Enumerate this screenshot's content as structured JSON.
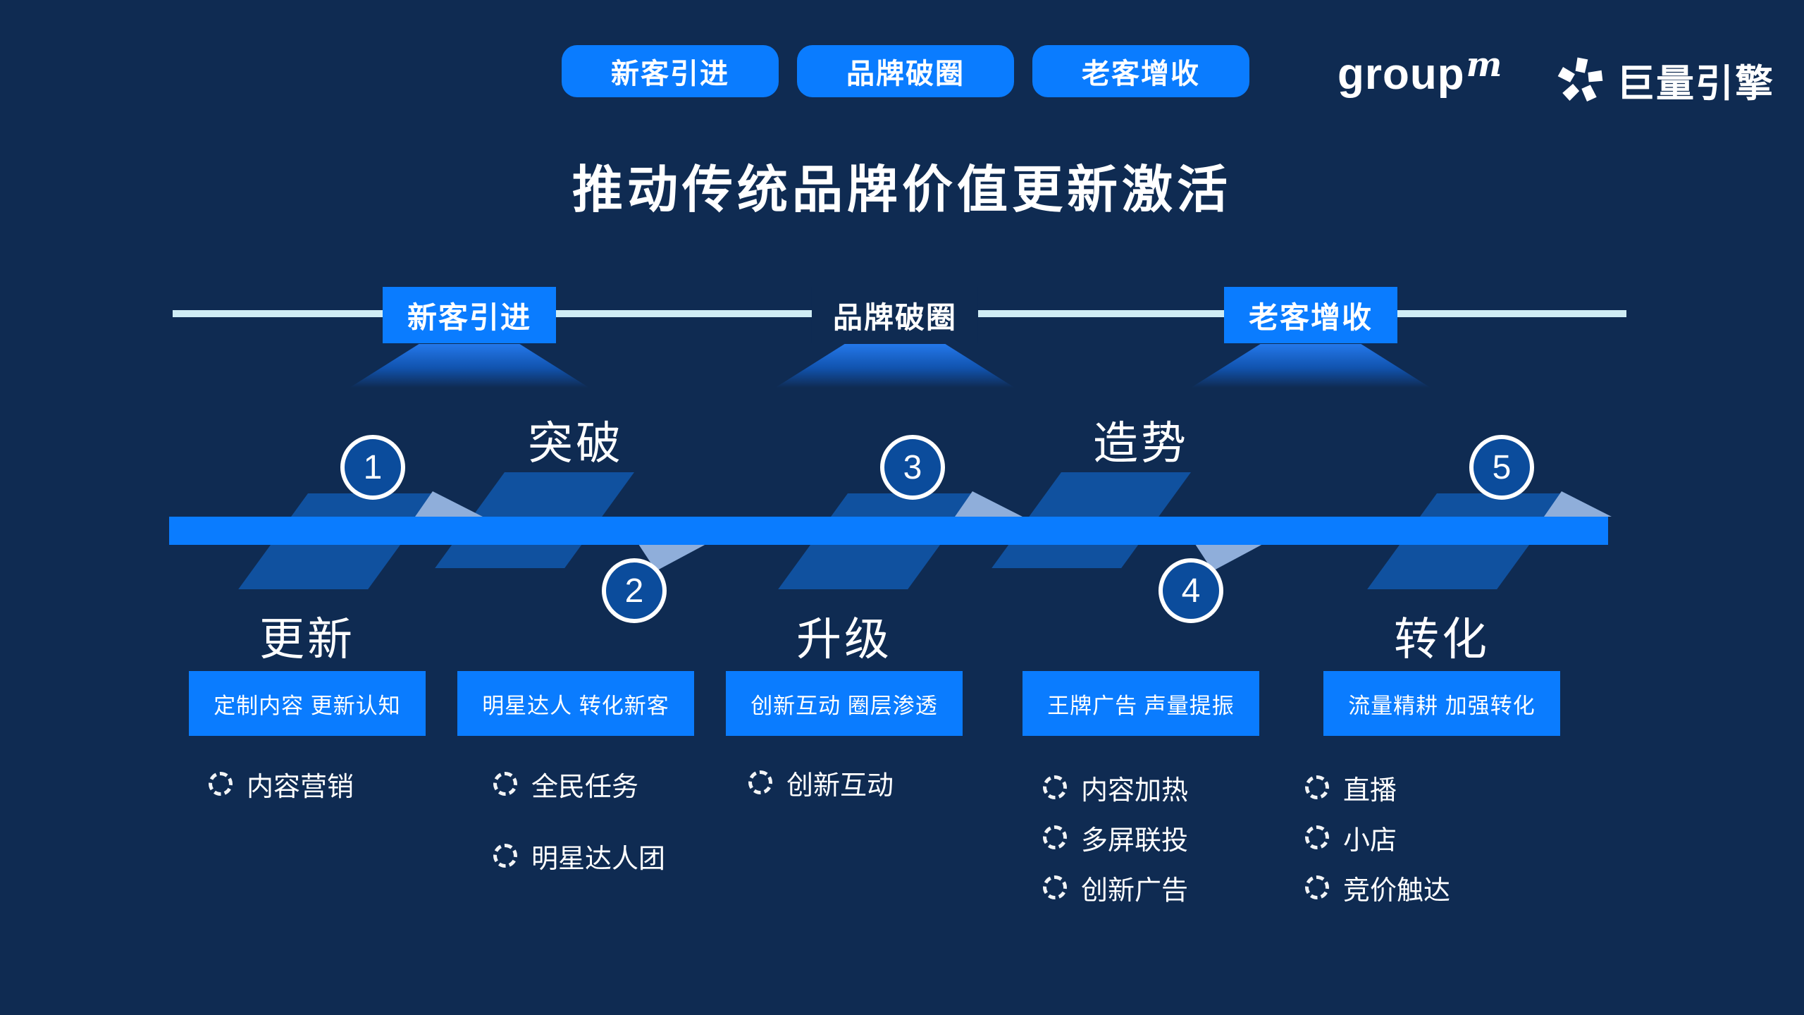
{
  "header": {
    "pills": [
      {
        "label": "新客引进"
      },
      {
        "label": "品牌破圈"
      },
      {
        "label": "老客增收"
      }
    ],
    "logos": {
      "groupm_text": "group",
      "groupm_sup": "m",
      "ocean_engine_text": "巨量引擎",
      "ocean_engine_icon": "pinwheel-icon"
    }
  },
  "title": "推动传统品牌价值更新激活",
  "track": {
    "labels": [
      {
        "text": "新客引进",
        "variant": "box"
      },
      {
        "text": "品牌破圈",
        "variant": "plain"
      },
      {
        "text": "老客增收",
        "variant": "box"
      }
    ]
  },
  "steps": [
    {
      "num": "1",
      "name": "更新",
      "tagline": "定制内容 更新认知",
      "bullets": [
        "内容营销"
      ]
    },
    {
      "num": "2",
      "name": "突破",
      "tagline": "明星达人 转化新客",
      "bullets": [
        "全民任务",
        "明星达人团"
      ]
    },
    {
      "num": "3",
      "name": "升级",
      "tagline": "创新互动 圈层渗透",
      "bullets": [
        "创新互动"
      ]
    },
    {
      "num": "4",
      "name": "造势",
      "tagline": "王牌广告 声量提振",
      "bullets": [
        "内容加热",
        "多屏联投",
        "创新广告"
      ]
    },
    {
      "num": "5",
      "name": "转化",
      "tagline": "流量精耕 加强转化",
      "bullets": [
        "直播",
        "小店",
        "竞价触达"
      ]
    }
  ],
  "colors": {
    "background": "#0F2B52",
    "accent_blue": "#0A7CFF",
    "deep_blue": "#10519F",
    "circle_blue": "#0B4C9C",
    "light_triangle": "#8FAEDA",
    "track_line": "#CFECF4"
  }
}
